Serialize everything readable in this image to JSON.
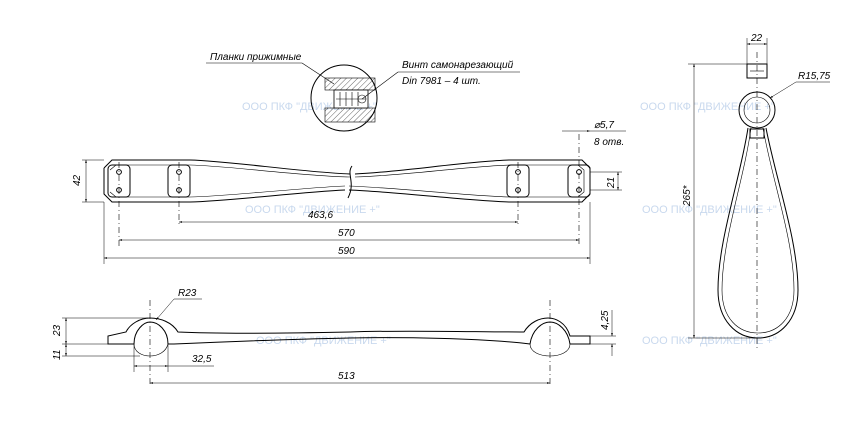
{
  "labels": {
    "plates": "Планки прижимные",
    "screw_line1": "Винт самонарезающий",
    "screw_line2": "Din 7981 – 4 шт.",
    "hole_dia": "⌀5,7",
    "hole_count": "8 отв."
  },
  "dimensions": {
    "total_length": "590",
    "hole_span_outer": "570",
    "hole_span_inner": "463,6",
    "height": "42",
    "hole_gap": "21",
    "radius_bend": "R23",
    "profile_height": "23",
    "base_height": "11",
    "offset": "32,5",
    "bend_span": "513",
    "thickness": "4,25",
    "loop_width": "22",
    "loop_radius": "R15,75",
    "loop_length": "265*"
  },
  "watermark": "ООО ПКФ \"ДВИЖЕНИЕ +\""
}
